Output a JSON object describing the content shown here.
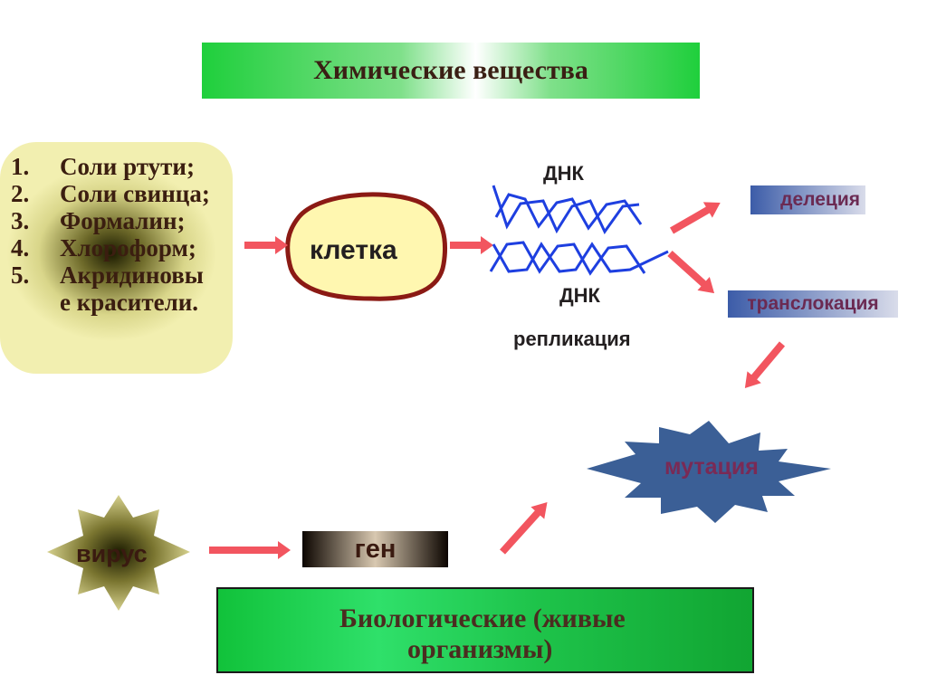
{
  "title": "Химические вещества",
  "chemicals": [
    {
      "num": "1.",
      "text": "Соли ртути;"
    },
    {
      "num": "2.",
      "text": "Соли свинца;"
    },
    {
      "num": "3.",
      "text": "Формалин;"
    },
    {
      "num": "4.",
      "text": "Хлороформ;"
    },
    {
      "num": "5.",
      "text": "Акридиновы"
    },
    {
      "num": "",
      "text": "е красители."
    }
  ],
  "cell": "клетка",
  "dna_top": "ДНК",
  "dna_bottom": "ДНК",
  "replication": "репликация",
  "deletion": "делеция",
  "translocation": "транслокация",
  "mutation": "мутация",
  "virus": "вирус",
  "gene": "ген",
  "biological_line1": "Биологические  (живые",
  "biological_line2": "организмы)",
  "colors": {
    "arrow": "#f2555f",
    "dna": "#1e3fe0",
    "cell_fill": "#fff7b0",
    "cell_border": "#8b1a14",
    "mutation_fill": "#3b5f96"
  }
}
